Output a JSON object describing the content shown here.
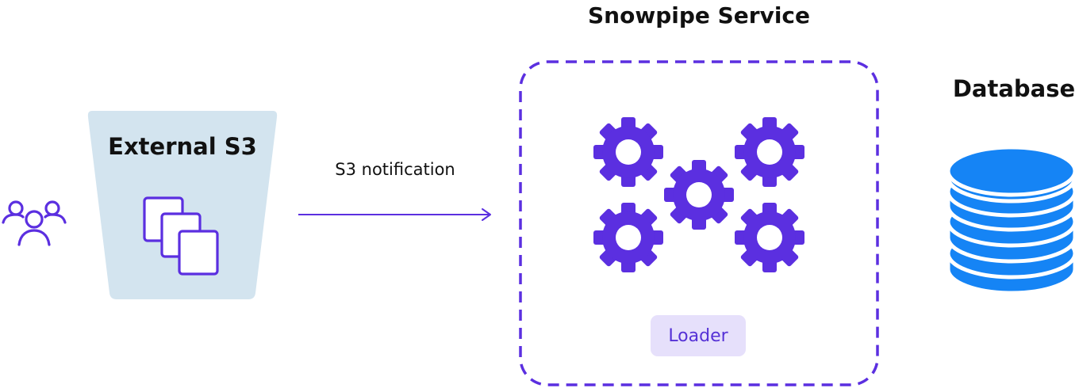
{
  "source": {
    "icon": "users-icon",
    "bucket_title": "External S3",
    "files_icon": "files-icon"
  },
  "connector": {
    "label": "S3 notification"
  },
  "service": {
    "title": "Snowpipe Service",
    "gears_icon": "gears-icon",
    "loader_label": "Loader"
  },
  "database": {
    "title": "Database",
    "icon": "database-icon"
  },
  "colors": {
    "accent_purple": "#5b2fe0",
    "bucket_bg": "#d3e4ef",
    "loader_bg": "#e6e0fb",
    "database_blue": "#1584f5"
  }
}
